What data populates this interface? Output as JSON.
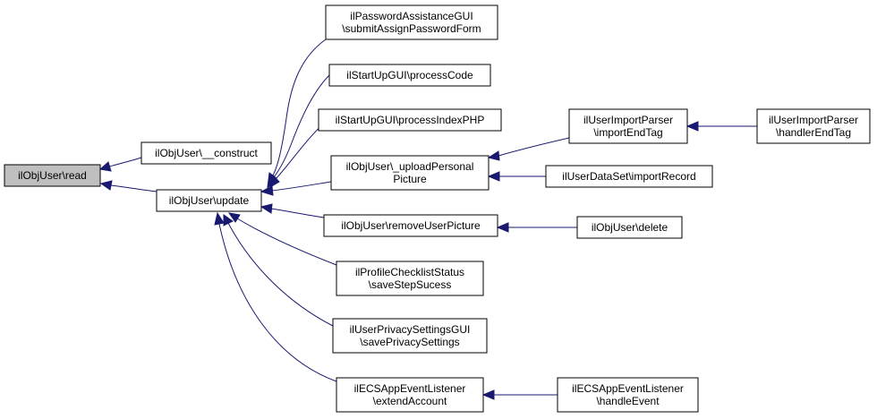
{
  "nodes": {
    "read": {
      "lines": [
        "ilObjUser\\read"
      ],
      "root": true
    },
    "construct": {
      "lines": [
        "ilObjUser\\__construct"
      ]
    },
    "update": {
      "lines": [
        "ilObjUser\\update"
      ]
    },
    "submitAssign": {
      "lines": [
        "ilPasswordAssistanceGUI",
        "\\submitAssignPasswordForm"
      ]
    },
    "processCode": {
      "lines": [
        "ilStartUpGUI\\processCode"
      ]
    },
    "processIndex": {
      "lines": [
        "ilStartUpGUI\\processIndexPHP"
      ]
    },
    "uploadPic": {
      "lines": [
        "ilObjUser\\_uploadPersonal",
        "Picture"
      ]
    },
    "removePic": {
      "lines": [
        "ilObjUser\\removeUserPicture"
      ]
    },
    "saveStep": {
      "lines": [
        "ilProfileChecklistStatus",
        "\\saveStepSucess"
      ]
    },
    "savePrivacy": {
      "lines": [
        "ilUserPrivacySettingsGUI",
        "\\savePrivacySettings"
      ]
    },
    "extendAccount": {
      "lines": [
        "ilECSAppEventListener",
        "\\extendAccount"
      ]
    },
    "importEndTag": {
      "lines": [
        "ilUserImportParser",
        "\\importEndTag"
      ]
    },
    "importRecord": {
      "lines": [
        "ilUserDataSet\\importRecord"
      ]
    },
    "delete": {
      "lines": [
        "ilObjUser\\delete"
      ]
    },
    "handlerEndTag": {
      "lines": [
        "ilUserImportParser",
        "\\handlerEndTag"
      ]
    },
    "handleEvent": {
      "lines": [
        "ilECSAppEventListener",
        "\\handleEvent"
      ]
    }
  },
  "colors": {
    "edge": "#191970",
    "root_fill": "#bfbfbf",
    "node_fill": "#ffffff",
    "node_stroke": "#000000"
  }
}
